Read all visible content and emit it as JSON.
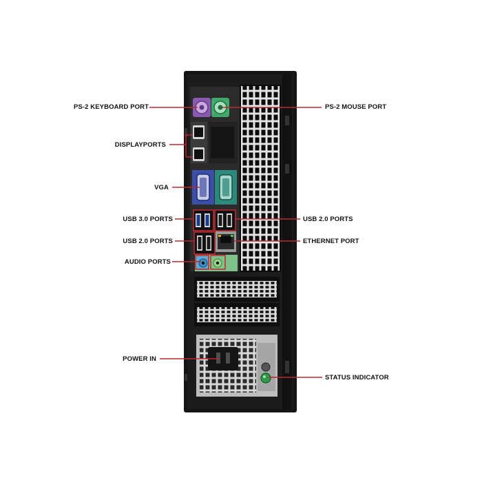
{
  "labels": {
    "ps2_keyboard": "PS-2 KEYBOARD PORT",
    "ps2_mouse": "PS-2 MOUSE PORT",
    "displayports": "DISPLAYPORTS",
    "vga": "VGA",
    "usb3": "USB 3.0 PORTS",
    "usb2_right": "USB 2.0 PORTS",
    "usb2_left": "USB 2.0 PORTS",
    "ethernet": "ETHERNET PORT",
    "audio": "AUDIO PORTS",
    "power_in": "POWER IN",
    "status_indicator": "STATUS INDICATOR"
  },
  "colors": {
    "leader_line": "#c0272d",
    "chassis": "#151515",
    "keyboard_port": "#8a5ab0",
    "mouse_port": "#3fa86a",
    "vga_port": "#3b4ea8",
    "serial_port": "#2d8a7a",
    "audio_panel": "#7fc18a",
    "status_led": "#2f9a4a"
  }
}
